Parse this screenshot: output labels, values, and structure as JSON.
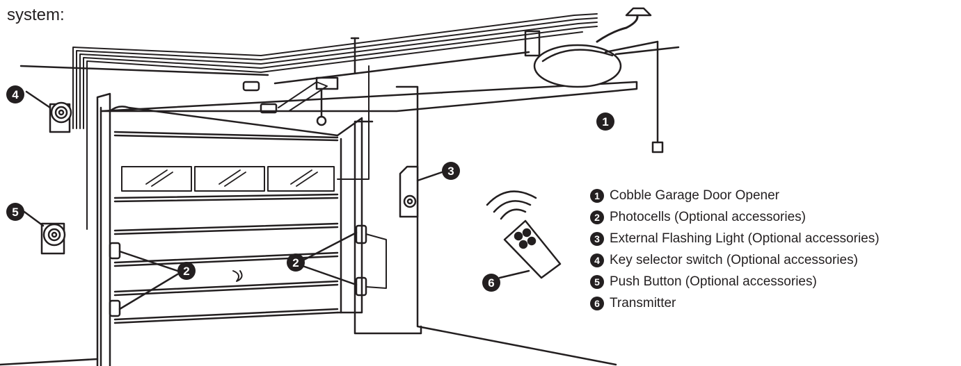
{
  "heading": "system:",
  "callouts": [
    "1",
    "2",
    "3",
    "4",
    "5",
    "6"
  ],
  "legend": [
    {
      "num": "1",
      "label": "Cobble Garage Door Opener"
    },
    {
      "num": "2",
      "label": "Photocells (Optional accessories)"
    },
    {
      "num": "3",
      "label": "External Flashing Light (Optional accessories)"
    },
    {
      "num": "4",
      "label": "Key selector switch (Optional accessories)"
    },
    {
      "num": "5",
      "label": "Push Button (Optional accessories)"
    },
    {
      "num": "6",
      "label": "Transmitter"
    }
  ],
  "colors": {
    "ink": "#231f20",
    "paper": "#ffffff"
  },
  "icons": [
    "garage-door-opener-icon",
    "photocell-icon",
    "flashing-light-icon",
    "key-selector-icon",
    "push-button-icon",
    "remote-transmitter-icon"
  ]
}
